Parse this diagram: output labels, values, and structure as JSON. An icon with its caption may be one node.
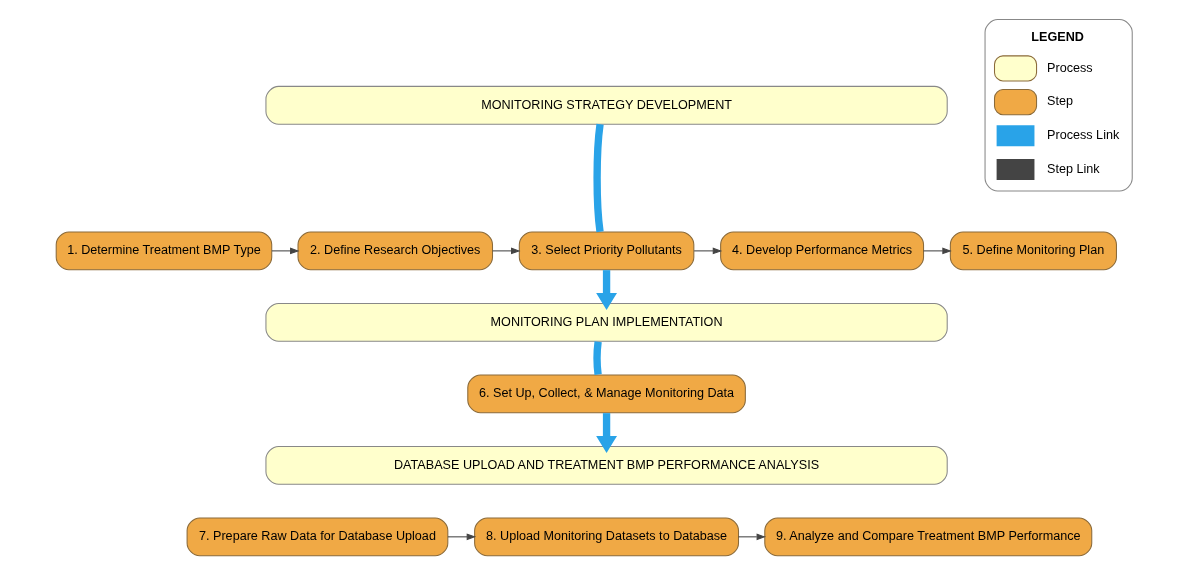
{
  "diagram": {
    "nodes": [
      {
        "text": [
          "MONITORING STRATEGY DEVELOPMENT"
        ]
      },
      {
        "text": [
          "1. Determine Treatment BMP Type"
        ]
      },
      {
        "text": [
          "2. Define Research Objectives"
        ]
      },
      {
        "text": [
          "3. Select Priority Pollutants"
        ]
      },
      {
        "text": [
          "4. Develop Performance Metrics"
        ]
      },
      {
        "text": [
          "5. Define Monitoring Plan"
        ]
      },
      {
        "text": [
          "MONITORING PLAN IMPLEMENTATION"
        ]
      },
      {
        "text": [
          "6. Set Up, Collect, & Manage Monitoring Data"
        ]
      },
      {
        "text": [
          "DATABASE UPLOAD AND TREATMENT BMP PERFORMANCE ANALYSIS"
        ]
      },
      {
        "text": [
          "7. Prepare Raw Data for Database Upload"
        ]
      },
      {
        "text": [
          "8. Upload Monitoring Datasets to Database"
        ]
      },
      {
        "text": [
          "9. Analyze and Compare Treatment BMP Performance"
        ]
      }
    ],
    "edges": [
      {
        "from": 0,
        "to": 3,
        "arrow": "none",
        "style": "thick",
        "color": "#29a3e8"
      },
      {
        "from": 1,
        "to": 2,
        "arrow": "to"
      },
      {
        "from": 2,
        "to": 3,
        "arrow": "to"
      },
      {
        "from": 3,
        "to": 4,
        "arrow": "to"
      },
      {
        "from": 4,
        "to": 5,
        "arrow": "to"
      },
      {
        "from": 3,
        "to": 6,
        "arrow": "to",
        "style": "thick",
        "color": "#29a3e8"
      },
      {
        "from": 6,
        "to": 7,
        "arrow": "none",
        "style": "thick",
        "color": "#29a3e8"
      },
      {
        "from": 7,
        "to": 8,
        "arrow": "to",
        "style": "thick",
        "color": "#29a3e8"
      },
      {
        "from": 9,
        "to": 10,
        "arrow": "to"
      },
      {
        "from": 10,
        "to": 11,
        "arrow": "to"
      }
    ],
    "labels": [
      "LEGEND"
    ],
    "legend": [
      {
        "text": "Process",
        "color": "#ffffcc"
      },
      {
        "text": "Step",
        "color": "#f0a945"
      },
      {
        "text": "Process Link"
      },
      {
        "text": "Step Link"
      }
    ]
  }
}
